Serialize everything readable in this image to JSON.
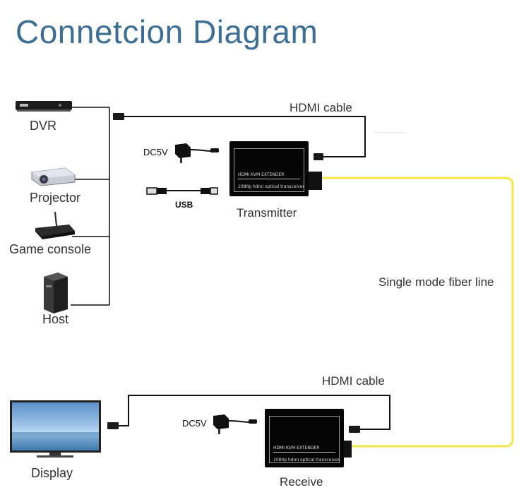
{
  "title": "Connetcion Diagram",
  "sources": {
    "dvr": "DVR",
    "projector": "Projector",
    "game_console": "Game console",
    "host": "Host"
  },
  "transmitter": {
    "label": "Transmitter",
    "line1": "HDMI KVM EXTENDER",
    "line2": "1080p hdmi optical transceiver",
    "power": "DC5V",
    "usb": "USB"
  },
  "receiver": {
    "label": "Receive",
    "line1": "HDMI KVM EXTENDER",
    "line2": "1080p hdmi optical transceiver",
    "power": "DC5V"
  },
  "cables": {
    "hdmi_top": "HDMI cable",
    "hdmi_bottom": "HDMI cable",
    "fiber": "Single mode fiber line"
  },
  "display": "Display",
  "colors": {
    "title": "#3d6e93",
    "fiber": "#f5e64a",
    "wire": "#111111"
  }
}
